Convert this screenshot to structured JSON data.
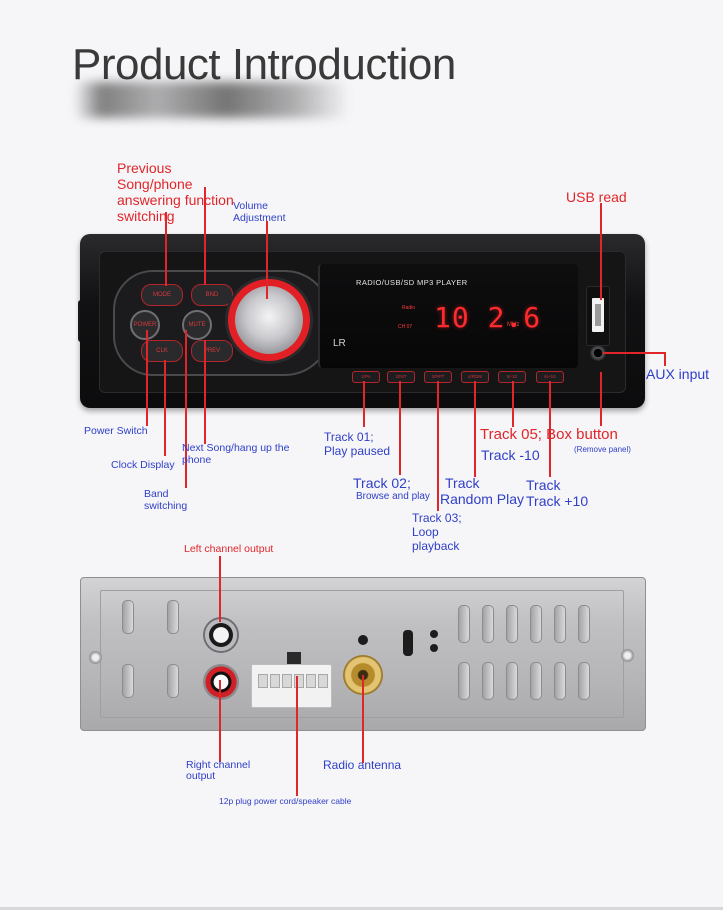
{
  "title": "Product Introduction",
  "front_panel": {
    "display_title": "RADIO/USB/SD MP3  PLAYER",
    "frequency": "10 2.6",
    "unit": "MHz",
    "mode_small": "Radio",
    "ch_small": "CH 07",
    "lr_mark": "LR",
    "buttons_left": [
      "MODE",
      "POWER",
      "CLK",
      "BND",
      "MUTE",
      "PREV"
    ],
    "buttons_bottom": [
      "1/PA",
      "2/INT",
      "3/RPT",
      "4/RDM",
      "5/-10",
      "6/+10"
    ]
  },
  "labels": {
    "prev_song": [
      "Previous",
      "Song/phone",
      "answering function",
      "switching"
    ],
    "volume": [
      "Volume",
      "Adjustment"
    ],
    "usb_read": "USB read",
    "aux_input": "AUX input",
    "power_switch": "Power Switch",
    "next_song": [
      "Next Song/hang up the",
      "phone"
    ],
    "clock_display": "Clock Display",
    "band_switching": [
      "Band",
      "switching"
    ],
    "track01": [
      "Track 01;",
      "Play paused"
    ],
    "track02": [
      "Track 02;",
      "Browse and play"
    ],
    "track03": [
      "Track 03;",
      "Loop",
      "playback"
    ],
    "track04": [
      "Track",
      "Random Play"
    ],
    "track05_box": "Track 05; Box button",
    "track_minus10": "Track -10",
    "remove_panel": "(Remove panel)",
    "track06": [
      "Track",
      "Track +10"
    ],
    "left_channel": "Left channel output",
    "right_channel": [
      "Right channel",
      "output"
    ],
    "radio_antenna": "Radio antenna",
    "plug_12p": "12p plug power cord/speaker cable"
  }
}
